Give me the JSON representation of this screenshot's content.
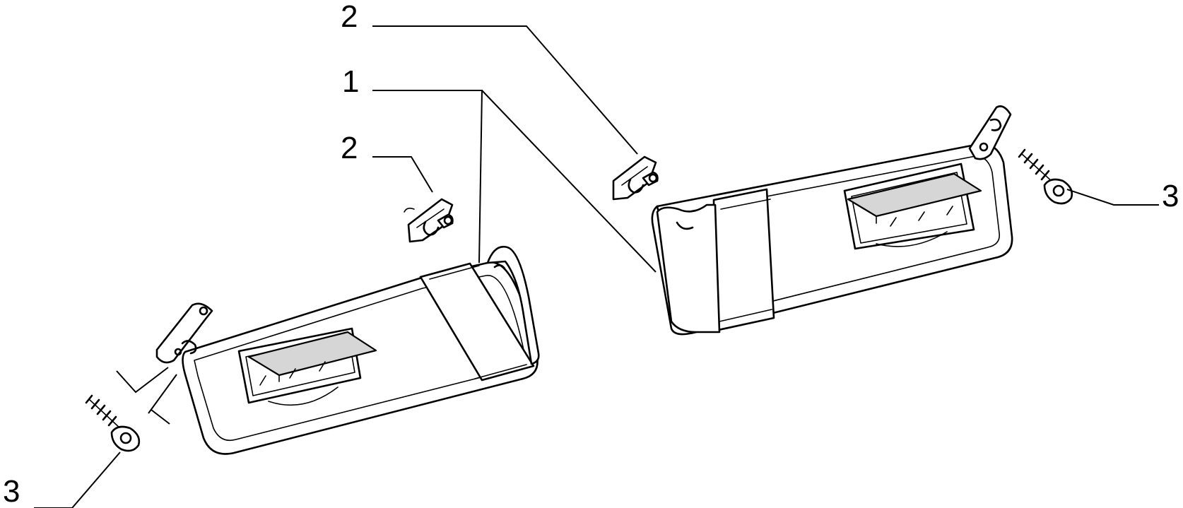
{
  "callouts": {
    "c2_top": "2",
    "c1": "1",
    "c2_left": "2",
    "c3_right": "3",
    "c3_left": "3"
  },
  "colors": {
    "ink": "#000000",
    "background": "#ffffff"
  }
}
